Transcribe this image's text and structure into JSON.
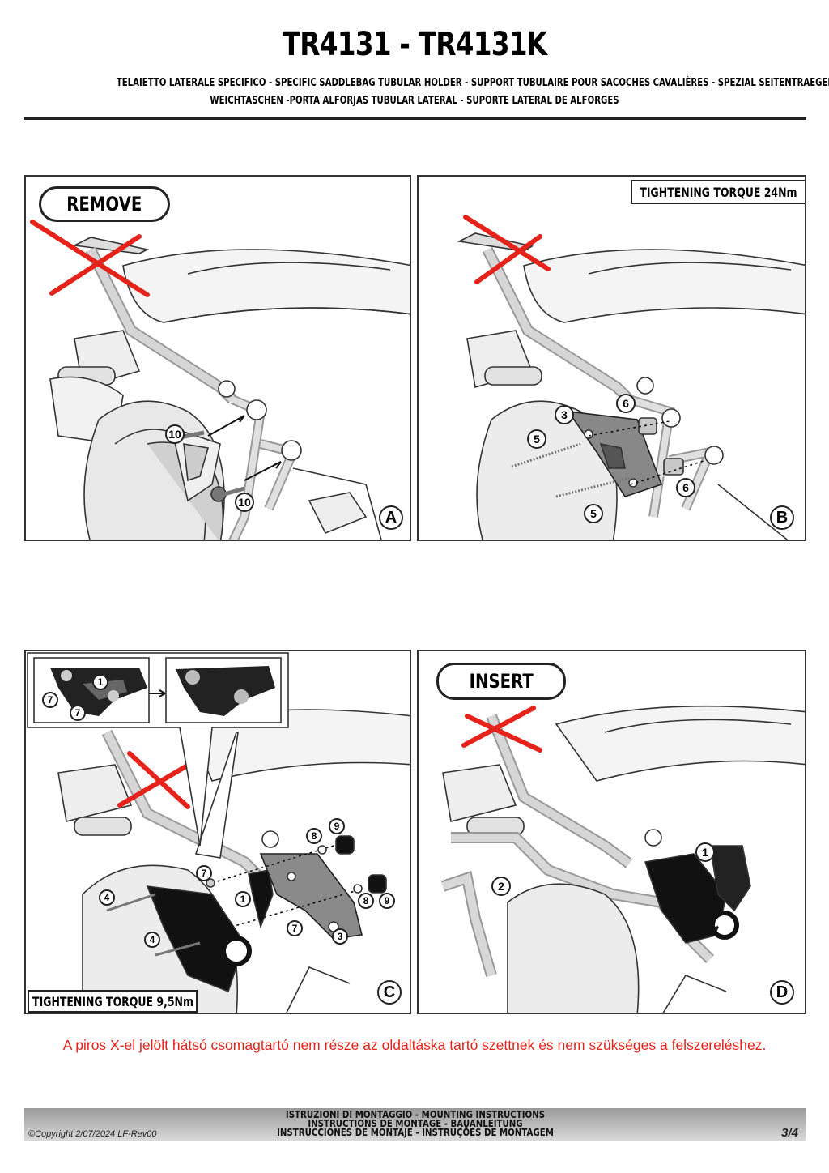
{
  "header": {
    "title": "TR4131 - TR4131K",
    "subtitle_line1": "TELAIETTO LATERALE SPECIFICO - SPECIFIC SADDLEBAG TUBULAR HOLDER - SUPPORT TUBULAIRE POUR SACOCHES CAVALIÈRES - SPEZIAL SEITENTRAEGER FUER",
    "subtitle_line2": "WEICHTASCHEN -PORTA ALFORJAS TUBULAR LATERAL - SUPORTE LATERAL DE ALFORGES"
  },
  "panels": {
    "a": {
      "label": "A",
      "tag": "REMOVE",
      "callouts": [
        "10",
        "10"
      ]
    },
    "b": {
      "label": "B",
      "torque": "TIGHTENING TORQUE 24Nm",
      "callouts": [
        "3",
        "5",
        "5",
        "6",
        "6"
      ]
    },
    "c": {
      "label": "C",
      "torque": "TIGHTENING TORQUE 9,5Nm",
      "callouts": [
        "1",
        "7",
        "7",
        "8",
        "9",
        "7",
        "1",
        "4",
        "4",
        "7",
        "3",
        "8",
        "9"
      ]
    },
    "d": {
      "label": "D",
      "tag": "INSERT",
      "callouts": [
        "1",
        "2"
      ]
    }
  },
  "notice": "A piros X-el jelölt hátsó csomagtartó nem része az oldaltáska tartó szettnek és nem szükséges a felszereléshez.",
  "footer": {
    "line1": "ISTRUZIONI DI MONTAGGIO  -  MOUNTING INSTRUCTIONS",
    "line2": "INSTRUCTIONS DE MONTAGE - BAUANLEITUNG",
    "line3": "INSTRUCCIONES DE MONTAJE - INSTRUÇÕES DE MONTAGEM",
    "copyright": "©Copyright 2/07/2024 LF-Rev00",
    "page": "3/4"
  },
  "colors": {
    "cross": "#e5231b",
    "line": "#222222",
    "shade": "#cfcfcf"
  }
}
